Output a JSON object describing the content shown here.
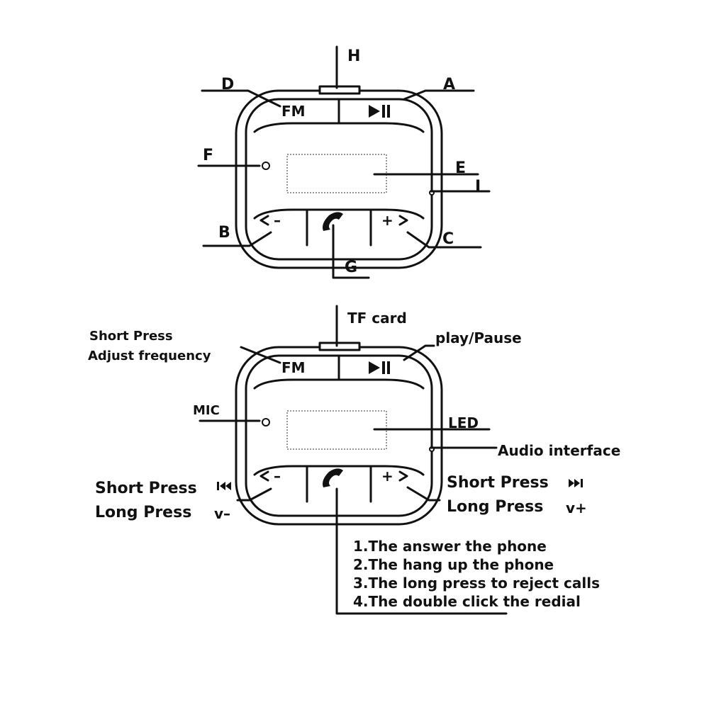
{
  "top_diagram": {
    "labels": {
      "h": "H",
      "a": "A",
      "d": "D",
      "f": "F",
      "e": "E",
      "i": "I",
      "b": "B",
      "c": "C",
      "g": "G"
    }
  },
  "bottom_diagram": {
    "labels": {
      "tf_card": "TF card",
      "play_pause": "play/Pause",
      "short_press": "Short Press",
      "adjust_frequency": "Adjust frequency",
      "mic": "MIC",
      "led": "LED",
      "audio_interface": "Audio interface",
      "left_short_press": "Short Press",
      "left_long_press": "Long Press",
      "left_long_press_suffix": "v–",
      "right_short_press": "Short Press",
      "right_long_press": "Long Press",
      "right_long_press_suffix": "v+"
    },
    "phone_functions": [
      "1.The answer the phone",
      "2.The hang up the phone",
      "3.The long press to reject calls",
      "4.The double click the redial"
    ]
  },
  "device": {
    "fm_label": "FM",
    "minus_label": "–",
    "plus_label": "+"
  },
  "icons": [
    "play-pause-icon",
    "phone-icon",
    "prev-track-icon",
    "next-track-icon",
    "mic-hole-icon",
    "chevron-left-icon",
    "chevron-right-icon"
  ]
}
